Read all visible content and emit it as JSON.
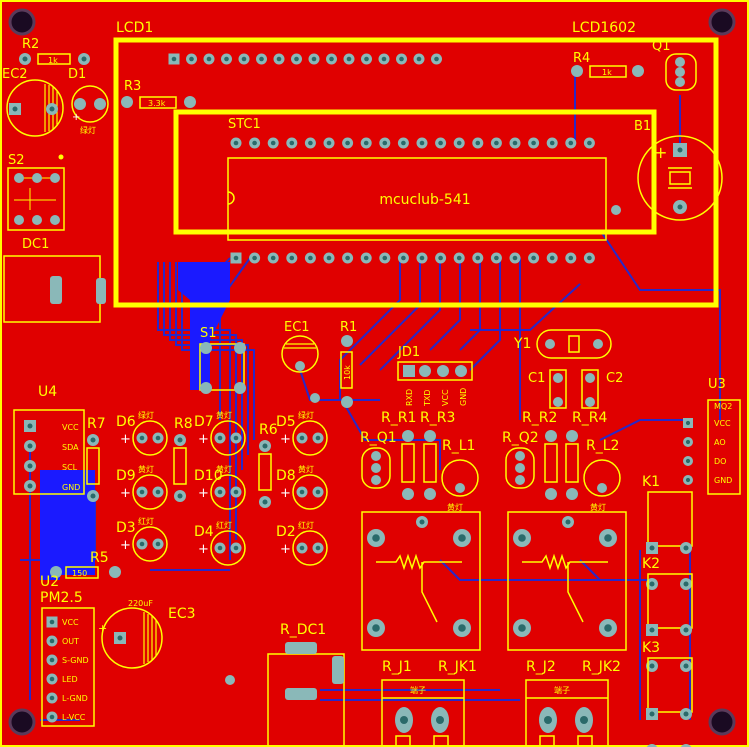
{
  "board_colors": {
    "copper": "#e00000",
    "silk": "#ffff00",
    "trace_bottom": "#2020c0",
    "pad": "#8ab8b8",
    "hole": "#2a6a6a"
  },
  "labels": {
    "lcd1": "LCD1",
    "lcd1602": "LCD1602",
    "r2": "R2",
    "r2_val": "1k",
    "ec2": "EC2",
    "d1": "D1",
    "d1_color": "绿灯",
    "r3": "R3",
    "r3_val": "3.3k",
    "r4": "R4",
    "r4_val": "1k",
    "q1": "Q1",
    "stc1": "STC1",
    "b1": "B1",
    "chip_text": "mcuclub-541",
    "s2": "S2",
    "dc1": "DC1",
    "s1": "S1",
    "ec1": "EC1",
    "r1": "R1",
    "r1_val": "10k",
    "jd1": "JD1",
    "jd1_pins": [
      "RXD",
      "TXD",
      "VCC",
      "GND"
    ],
    "y1": "Y1",
    "c1": "C1",
    "c2": "C2",
    "u3": "U3",
    "u3_title": "MQ2",
    "u3_pins": [
      "VCC",
      "AO",
      "DO",
      "GND"
    ],
    "u4": "U4",
    "u4_pins": [
      "VCC",
      "SDA",
      "SCL",
      "GND"
    ],
    "r7": "R7",
    "r8": "R8",
    "d6": "D6",
    "d6_color": "绿灯",
    "d7": "D7",
    "d7_color": "黄灯",
    "r6": "R6",
    "d5": "D5",
    "d5_color": "绿灯",
    "d9": "D9",
    "d9_color": "黄灯",
    "d10": "D10",
    "d10_color": "黄灯",
    "d8": "D8",
    "d8_color": "黄灯",
    "d3": "D3",
    "d3_color": "红灯",
    "d4": "D4",
    "d4_color": "红灯",
    "d2": "D2",
    "d2_color": "红灯",
    "r_r1": "R_R1",
    "r_r3": "R_R3",
    "r_q1": "R_Q1",
    "r_l1": "R_L1",
    "r_l1_color": "黄灯",
    "r_r2": "R_R2",
    "r_r4": "R_R4",
    "r_q2": "R_Q2",
    "r_l2": "R_L2",
    "r_l2_color": "黄灯",
    "k1": "K1",
    "k2": "K2",
    "k3": "K3",
    "r5": "R5",
    "r5_val": "150",
    "u2": "U2",
    "pm25": "PM2.5",
    "u2_pins": [
      "VCC",
      "OUT",
      "S-GND",
      "LED",
      "L-GND",
      "L-VCC"
    ],
    "ec3": "EC3",
    "ec3_val": "220uF",
    "r_dc1": "R_DC1",
    "r_j1": "R_J1",
    "r_jk1": "R_JK1",
    "r_j2": "R_J2",
    "r_jk2": "R_JK2",
    "terminal_label": "端子",
    "plus": "+"
  }
}
